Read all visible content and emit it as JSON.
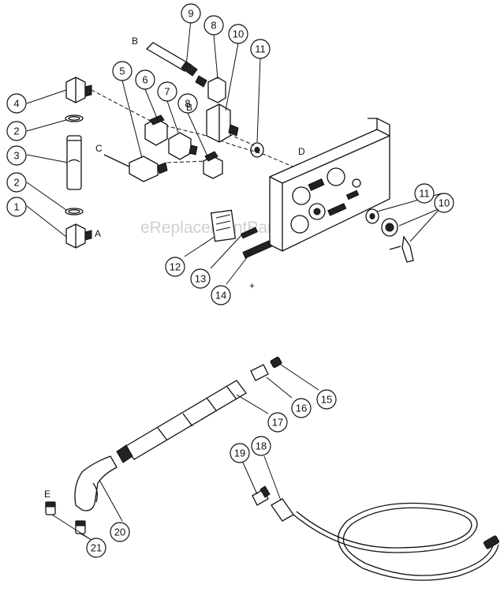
{
  "watermark": "eReplacementParts.com",
  "callouts": [
    {
      "id": "c1",
      "label": "1"
    },
    {
      "id": "c2a",
      "label": "2"
    },
    {
      "id": "c2b",
      "label": "2"
    },
    {
      "id": "c3",
      "label": "3"
    },
    {
      "id": "c4",
      "label": "4"
    },
    {
      "id": "c5",
      "label": "5"
    },
    {
      "id": "c6",
      "label": "6"
    },
    {
      "id": "c7",
      "label": "7"
    },
    {
      "id": "c8a",
      "label": "8"
    },
    {
      "id": "c8b",
      "label": "8"
    },
    {
      "id": "c9",
      "label": "9"
    },
    {
      "id": "c10a",
      "label": "10"
    },
    {
      "id": "c10b",
      "label": "10"
    },
    {
      "id": "c11a",
      "label": "11"
    },
    {
      "id": "c11b",
      "label": "11"
    },
    {
      "id": "c12",
      "label": "12"
    },
    {
      "id": "c13",
      "label": "13"
    },
    {
      "id": "c14",
      "label": "14"
    },
    {
      "id": "c15",
      "label": "15"
    },
    {
      "id": "c16",
      "label": "16"
    },
    {
      "id": "c17",
      "label": "17"
    },
    {
      "id": "c18",
      "label": "18"
    },
    {
      "id": "c19",
      "label": "19"
    },
    {
      "id": "c20",
      "label": "20"
    },
    {
      "id": "c21",
      "label": "21"
    }
  ],
  "letters": [
    {
      "id": "A",
      "label": "A"
    },
    {
      "id": "B1",
      "label": "B"
    },
    {
      "id": "B2",
      "label": "B"
    },
    {
      "id": "C",
      "label": "C"
    },
    {
      "id": "D",
      "label": "D"
    },
    {
      "id": "E",
      "label": "E"
    }
  ]
}
